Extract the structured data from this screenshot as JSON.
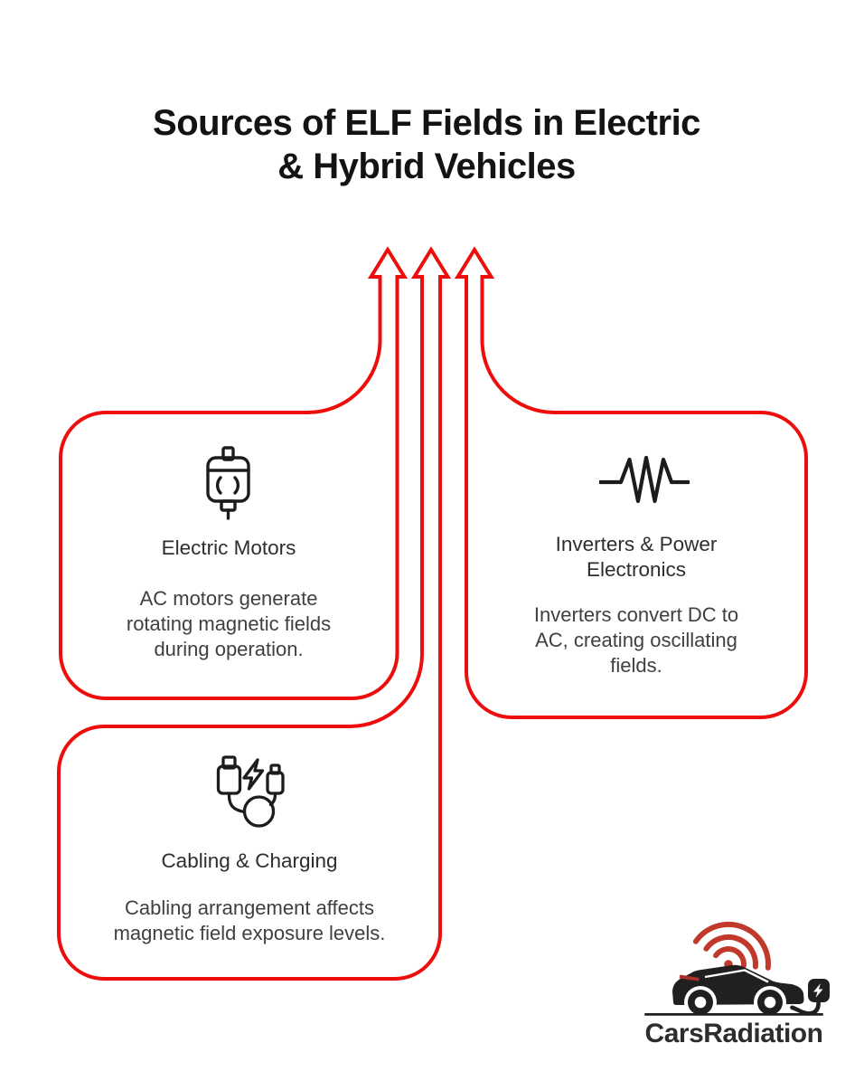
{
  "title": {
    "line1": "Sources of ELF Fields in Electric",
    "line2": "& Hybrid Vehicles"
  },
  "cards": [
    {
      "heading": "Electric Motors",
      "body": "AC motors generate\nrotating magnetic fields\nduring operation.",
      "icon": "electric-motor-icon"
    },
    {
      "heading": "Inverters & Power\nElectronics",
      "body": "Inverters convert DC to\nAC, creating oscillating\nfields.",
      "icon": "inverter-waveform-icon"
    },
    {
      "heading": "Cabling & Charging",
      "body": "Cabling arrangement affects\nmagnetic field exposure levels.",
      "icon": "charging-cable-icon"
    }
  ],
  "logo": {
    "brand": "CarsRadiation",
    "icon": "car-with-radiation-waves-and-charging-plug-logo"
  },
  "colors": {
    "background": "#ffffff",
    "accent_red": "#ee0d0d",
    "ink": "#1c1c1c",
    "title_text": "#131313",
    "heading_text": "#2e2e2e",
    "body_text": "#404040",
    "logo_red": "#c0392b",
    "taillight": "#a93129",
    "logo_ink": "#211f1f",
    "logo_text": "#2d2d2d"
  }
}
